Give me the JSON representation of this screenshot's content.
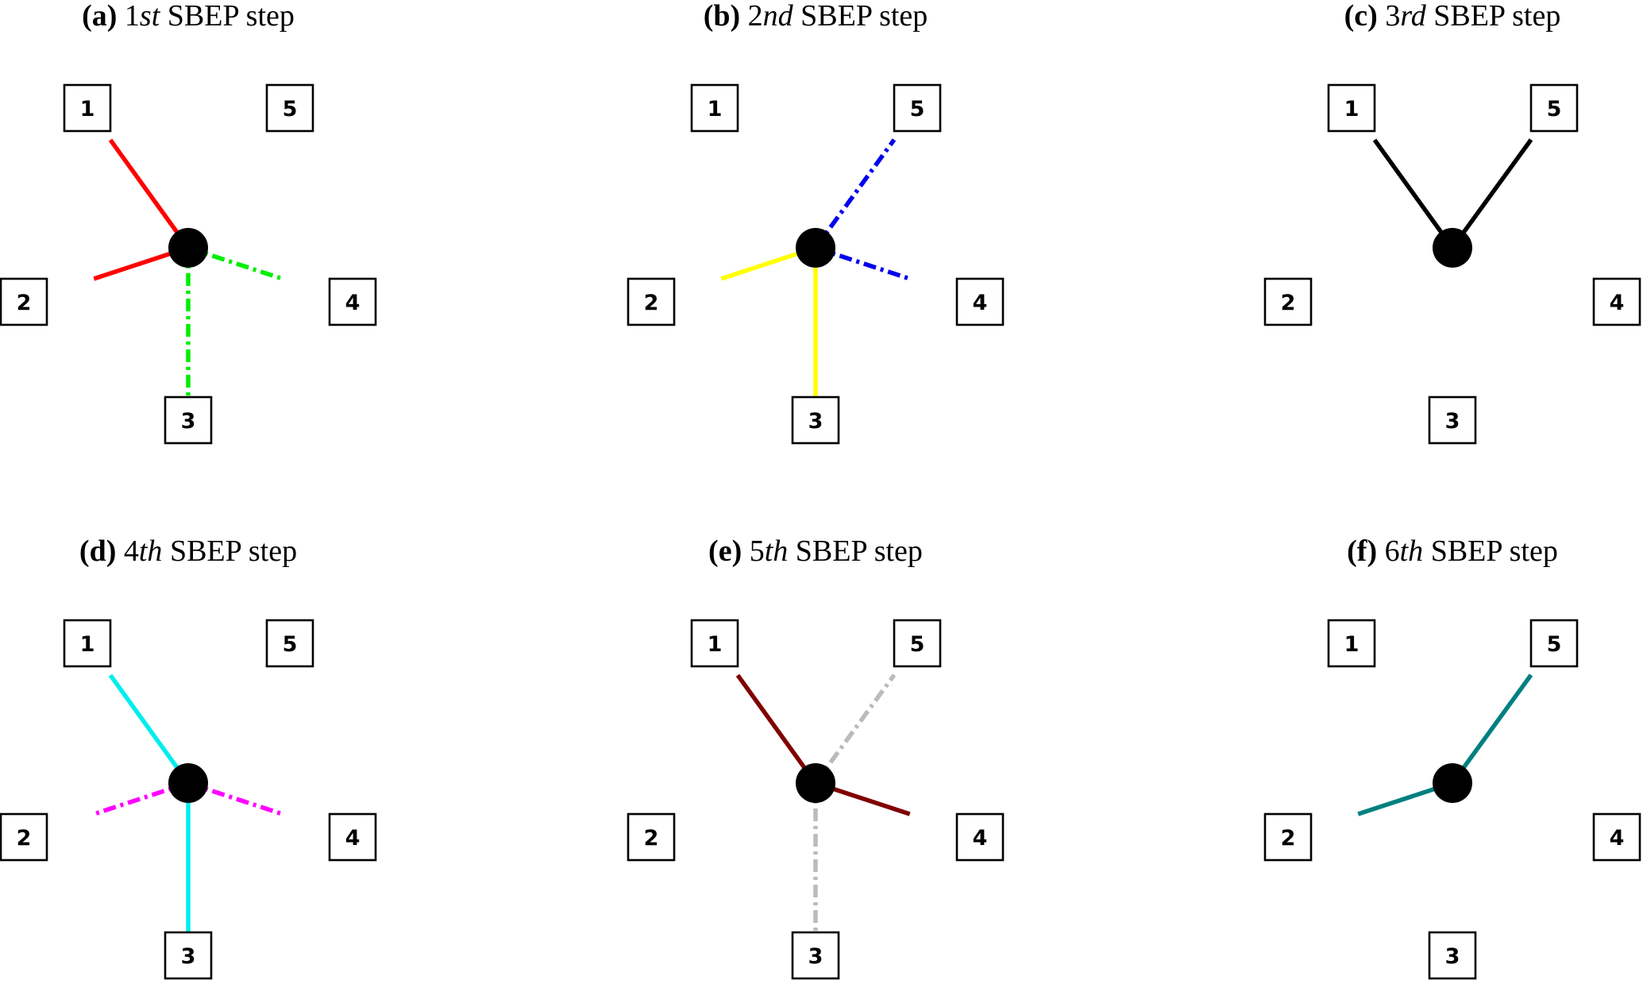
{
  "panels": [
    {
      "id": "a",
      "label": "(a)",
      "ordinal": "1st",
      "title_rest": "SBEP step",
      "edges": [
        {
          "node": "1",
          "color": "#ff0000",
          "style": "solid"
        },
        {
          "node": "2",
          "color": "#ff0000",
          "style": "solid"
        },
        {
          "node": "3",
          "color": "#00ee00",
          "style": "dashdot"
        },
        {
          "node": "4",
          "color": "#00ee00",
          "style": "dashdot"
        }
      ]
    },
    {
      "id": "b",
      "label": "(b)",
      "ordinal": "2nd",
      "title_rest": "SBEP step",
      "edges": [
        {
          "node": "2",
          "color": "#ffff00",
          "style": "solid"
        },
        {
          "node": "3",
          "color": "#ffff00",
          "style": "solid"
        },
        {
          "node": "5",
          "color": "#0000ee",
          "style": "dashdot"
        },
        {
          "node": "4",
          "color": "#0000ee",
          "style": "dashdot"
        }
      ]
    },
    {
      "id": "c",
      "label": "(c)",
      "ordinal": "3rd",
      "title_rest": "SBEP step",
      "edges": [
        {
          "node": "1",
          "color": "#000000",
          "style": "solid"
        },
        {
          "node": "5",
          "color": "#000000",
          "style": "solid"
        }
      ]
    },
    {
      "id": "d",
      "label": "(d)",
      "ordinal": "4th",
      "title_rest": "SBEP step",
      "edges": [
        {
          "node": "1",
          "color": "#00eeee",
          "style": "solid"
        },
        {
          "node": "3",
          "color": "#00eeee",
          "style": "solid"
        },
        {
          "node": "2",
          "color": "#ff00ff",
          "style": "dashdot"
        },
        {
          "node": "4",
          "color": "#ff00ff",
          "style": "dashdot"
        }
      ]
    },
    {
      "id": "e",
      "label": "(e)",
      "ordinal": "5th",
      "title_rest": "SBEP step",
      "edges": [
        {
          "node": "1",
          "color": "#800000",
          "style": "solid"
        },
        {
          "node": "4",
          "color": "#800000",
          "style": "solid"
        },
        {
          "node": "5",
          "color": "#bbbbbb",
          "style": "dashdot"
        },
        {
          "node": "3",
          "color": "#bbbbbb",
          "style": "dashdot"
        }
      ]
    },
    {
      "id": "f",
      "label": "(f)",
      "ordinal": "6th",
      "title_rest": "SBEP step",
      "edges": [
        {
          "node": "2",
          "color": "#008080",
          "style": "solid"
        },
        {
          "node": "5",
          "color": "#008080",
          "style": "solid"
        }
      ]
    }
  ],
  "node_labels": [
    "1",
    "2",
    "3",
    "4",
    "5"
  ]
}
